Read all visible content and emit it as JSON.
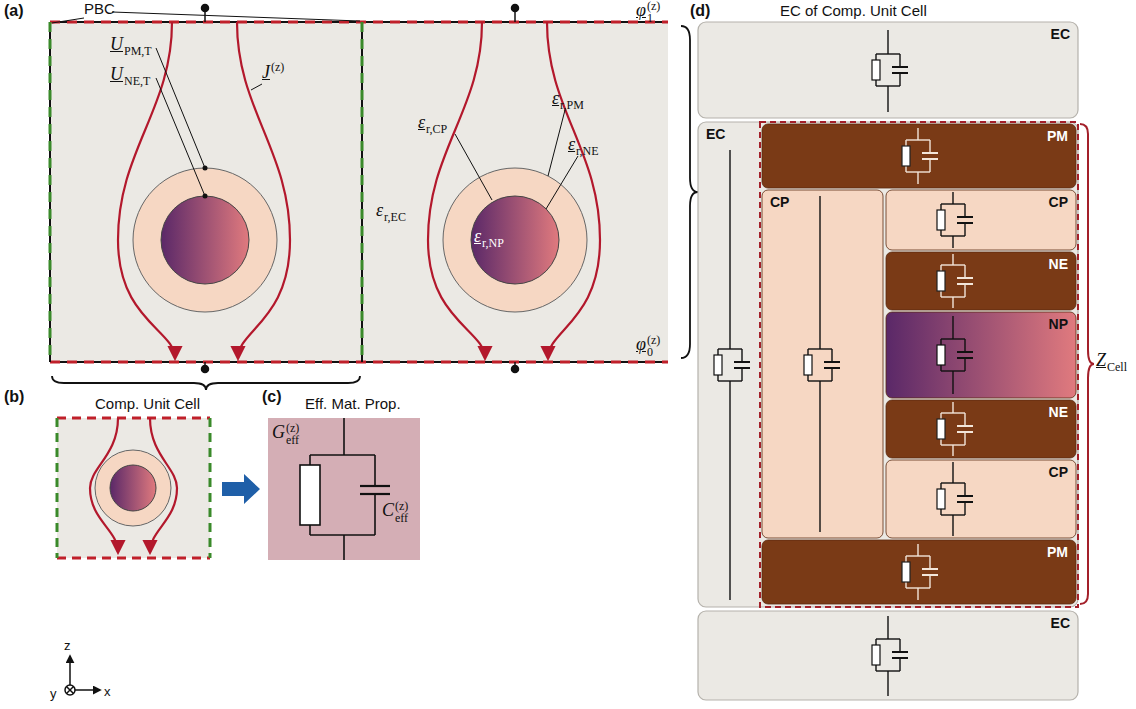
{
  "diagram": {
    "nodes": [
      {
        "text": [
          "EC"
        ]
      },
      {
        "text": [
          "EC"
        ]
      },
      {
        "text": [
          "PM"
        ],
        "in": 1
      },
      {
        "text": [
          "CP"
        ],
        "in": 1
      },
      {
        "text": [
          "CP"
        ],
        "in": 1
      },
      {
        "text": [
          "NE"
        ],
        "in": 1
      },
      {
        "text": [
          "NP"
        ],
        "in": 1
      },
      {
        "text": [
          "NE"
        ],
        "in": 1
      },
      {
        "text": [
          "CP"
        ],
        "in": 1
      },
      {
        "text": [
          "PM"
        ],
        "in": 1
      },
      {
        "text": [
          "EC"
        ]
      }
    ],
    "labels": [
      "(a)",
      "PBC",
      "U",
      "PM,T",
      "U",
      "NE,T",
      "J",
      "(z)",
      "ε",
      "r,EC",
      "ε",
      "r,PM",
      "ε",
      "r,CP",
      "ε",
      "r,NE",
      "ε",
      "r,NP",
      "φ",
      "1",
      "(z)",
      "φ",
      "0",
      "(z)",
      "(b)",
      "Comp. Unit Cell",
      "(c)",
      "Eff. Mat. Prop.",
      "G",
      "eff",
      "(z)",
      "C",
      "eff",
      "(z)",
      "z",
      "x",
      "y",
      "(d)",
      "EC of Comp. Unit Cell",
      "Z",
      "Cell"
    ]
  }
}
